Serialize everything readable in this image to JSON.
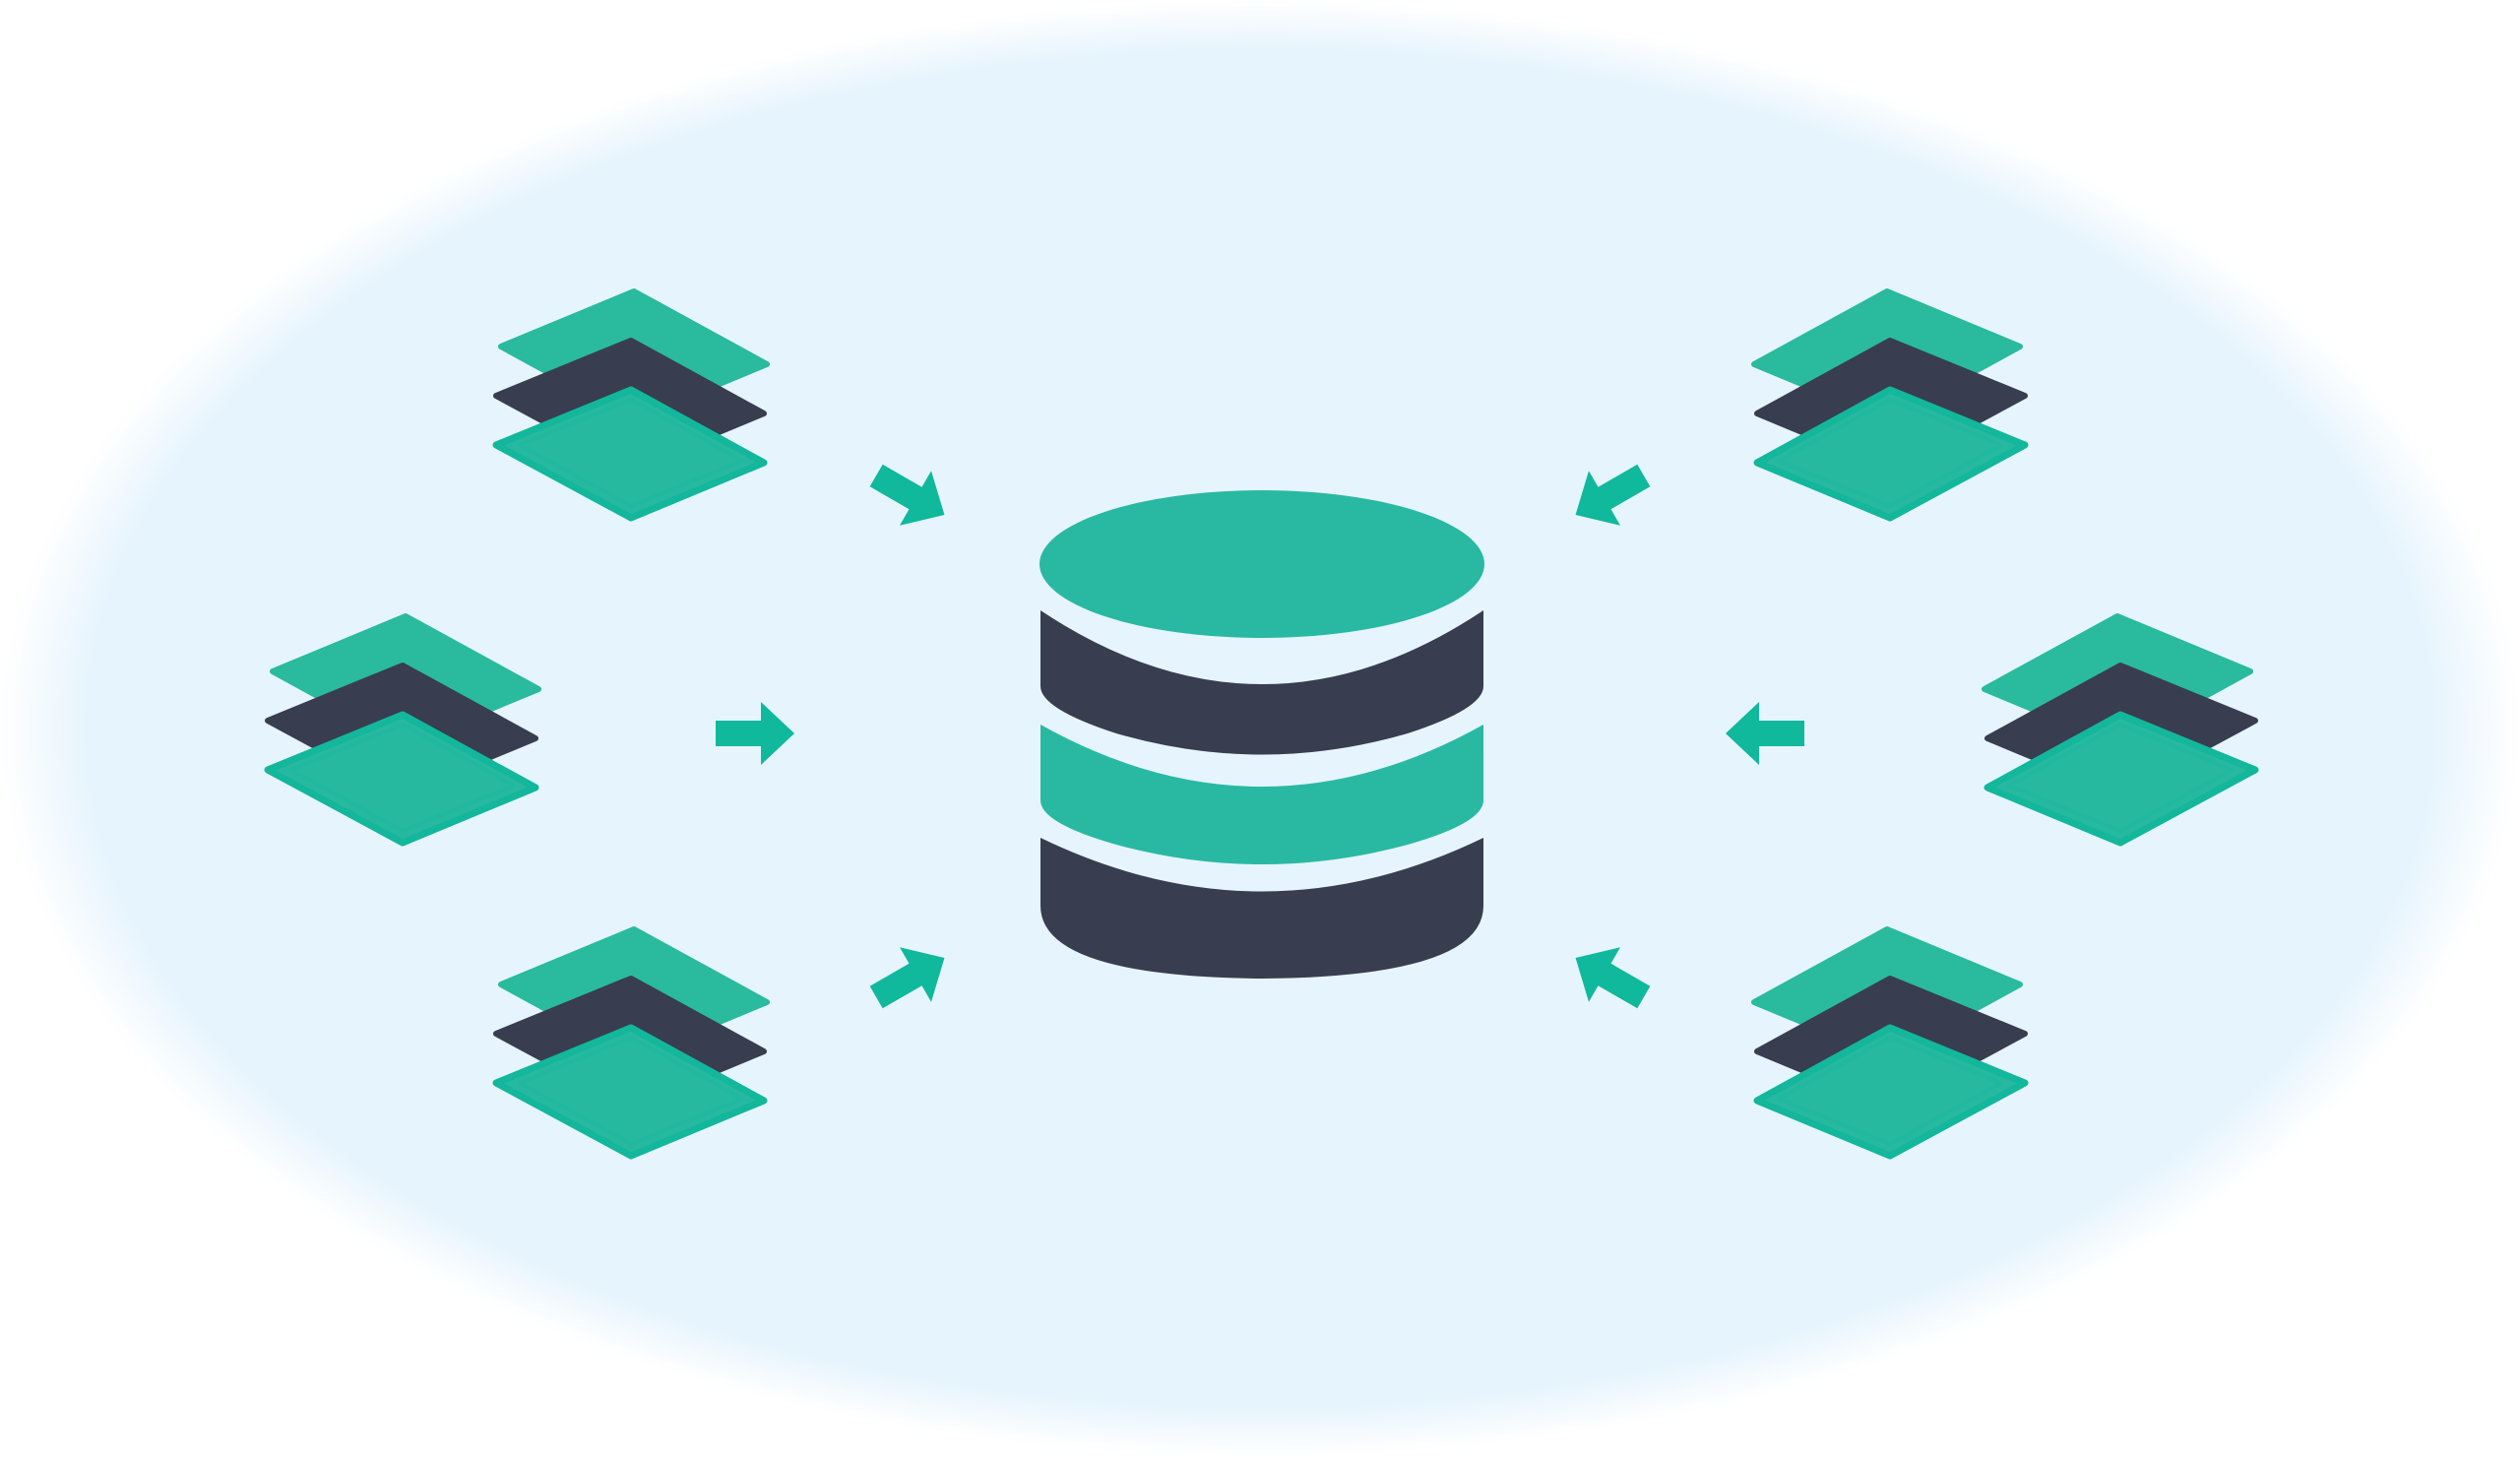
{
  "diagram": {
    "center_node": {
      "icon": "database-icon"
    },
    "source_nodes": [
      {
        "icon": "layers-icon",
        "position_word": "top-left"
      },
      {
        "icon": "layers-icon",
        "position_word": "middle-left"
      },
      {
        "icon": "layers-icon",
        "position_word": "bottom-left"
      },
      {
        "icon": "layers-icon",
        "position_word": "top-right"
      },
      {
        "icon": "layers-icon",
        "position_word": "middle-right"
      },
      {
        "icon": "layers-icon",
        "position_word": "bottom-right"
      }
    ],
    "connectors": {
      "icon": "arrow-icon",
      "direction": "toward-center",
      "count": 6
    },
    "colors": {
      "background_halo": "#e6f4fd",
      "accent_green": "#27b9a0",
      "accent_green_stroke": "#10b89c",
      "dark_slate": "#383d4f"
    }
  }
}
